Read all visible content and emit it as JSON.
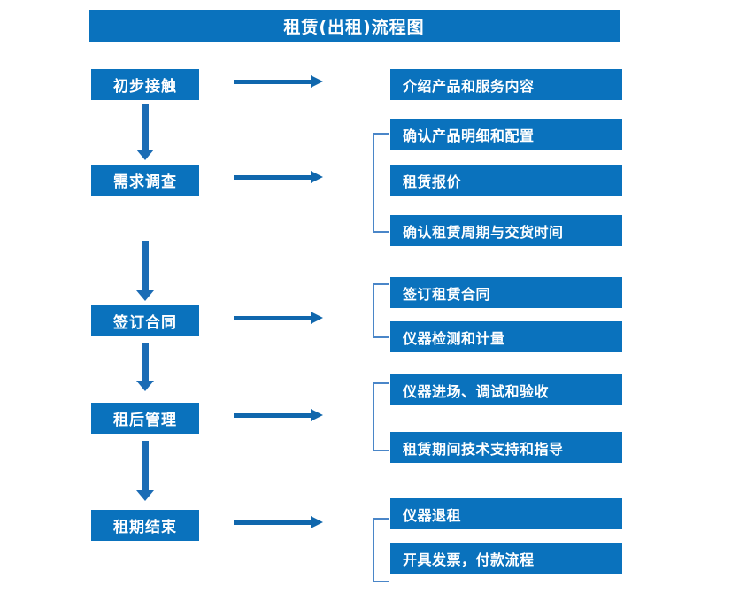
{
  "title": "租赁(出租)流程图",
  "colors": {
    "box_blue": "#0a72bd",
    "arrow_blue": "#1067ad",
    "bracket_blue": "#4a86c8",
    "text_white": "#ffffff",
    "background": "#ffffff"
  },
  "stages": [
    {
      "label": "初步接触"
    },
    {
      "label": "需求调查"
    },
    {
      "label": "签订合同"
    },
    {
      "label": "租后管理"
    },
    {
      "label": "租期结束"
    }
  ],
  "details": [
    {
      "label": "介绍产品和服务内容"
    },
    {
      "label": "确认产品明细和配置"
    },
    {
      "label": "租赁报价"
    },
    {
      "label": "确认租赁周期与交货时间"
    },
    {
      "label": "签订租赁合同"
    },
    {
      "label": "仪器检测和计量"
    },
    {
      "label": "仪器进场、调试和验收"
    },
    {
      "label": "租赁期间技术支持和指导"
    },
    {
      "label": "仪器退租"
    },
    {
      "label": "开具发票，付款流程"
    }
  ]
}
